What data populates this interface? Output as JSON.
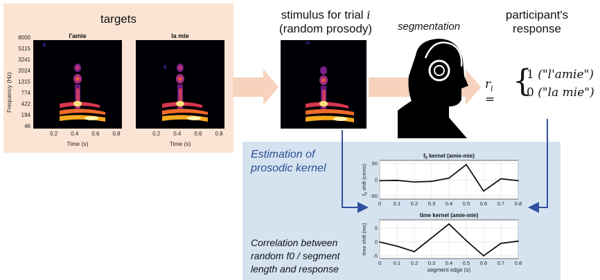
{
  "targets": {
    "title": "targets",
    "spectrograms": [
      {
        "title": "l'amie"
      },
      {
        "title": "la mie"
      }
    ],
    "y_axis_label": "Frequency (Hz)",
    "y_ticks": [
      "8000",
      "5115",
      "3241",
      "2024",
      "1315",
      "774",
      "422",
      "194",
      "46"
    ],
    "x_ticks": [
      "0.2",
      "0.4",
      "0.6",
      "0.8"
    ],
    "x_axis_label": "Time (s)"
  },
  "stimulus": {
    "title_line1": "stimulus for trial ",
    "trial_symbol": "i",
    "title_line2": "(random prosody)"
  },
  "segmentation": {
    "label": "segmentation"
  },
  "participant": {
    "title_line1": "participant's",
    "title_line2": "response",
    "response_var": "r",
    "response_sub": "i",
    "case1_value": "1",
    "case1_text": "(\"l'amie\")",
    "case2_value": "0",
    "case2_text": "(\"la mie\")"
  },
  "estimation": {
    "heading_line1": "Estimation of",
    "heading_line2": "prosodic kernel",
    "corr_line1": "Correlation between",
    "corr_line2": "random f0 / segment",
    "corr_line3": "length and response"
  },
  "colors": {
    "targets_bg": "#fbe4d4",
    "kernel_bg": "#d5e3f1",
    "arrow_peach": "#f7d2bc",
    "arrow_blue": "#2f4f9e",
    "heading_blue": "#2a4d8f"
  },
  "chart_data": [
    {
      "type": "line",
      "title": "f0 kernel (amie-mie)",
      "title_main": "f",
      "title_sub": "0",
      "title_rest": " kernel (amie-mie)",
      "ylabel": "f0 shift (cents)",
      "ylabel_main": "f",
      "ylabel_sub": "0",
      "ylabel_rest": " shift (cents)",
      "xlabel": "",
      "x": [
        0,
        0.1,
        0.2,
        0.3,
        0.4,
        0.5,
        0.6,
        0.7,
        0.8
      ],
      "y": [
        -3,
        -2,
        -7,
        -5,
        5,
        47,
        -35,
        3,
        -3
      ],
      "ylim": [
        -60,
        60
      ],
      "xlim": [
        0,
        0.8
      ],
      "yticks": [
        -50,
        0,
        50
      ],
      "xticks": [
        0,
        0.1,
        0.2,
        0.3,
        0.4,
        0.5,
        0.6,
        0.7,
        0.8
      ],
      "grid": true
    },
    {
      "type": "line",
      "title": "time kernel (amie-mie)",
      "ylabel": "time shift (ms)",
      "xlabel": "segment edge (s)",
      "x": [
        0,
        0.1,
        0.2,
        0.3,
        0.4,
        0.5,
        0.6,
        0.7,
        0.8
      ],
      "y": [
        0,
        -1.5,
        -3.5,
        1.5,
        6.5,
        0.5,
        -5,
        -0.5,
        0.3
      ],
      "ylim": [
        -6,
        8
      ],
      "xlim": [
        0,
        0.8
      ],
      "yticks": [
        -5,
        0,
        5
      ],
      "xticks": [
        0,
        0.1,
        0.2,
        0.3,
        0.4,
        0.5,
        0.6,
        0.7,
        0.8
      ],
      "grid": true
    }
  ]
}
